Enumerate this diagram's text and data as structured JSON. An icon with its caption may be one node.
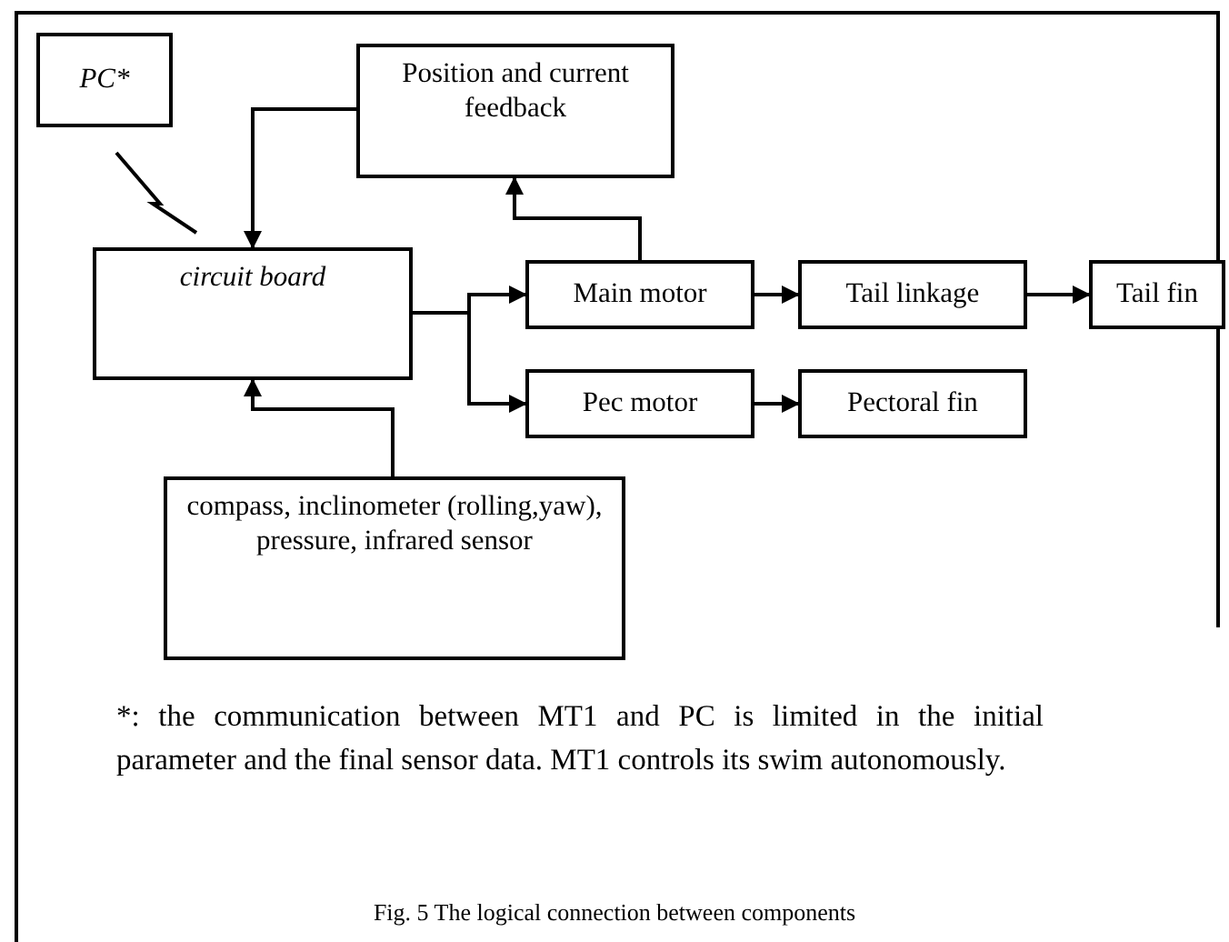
{
  "diagram": {
    "caption": "Fig. 5 The logical connection between components",
    "nodes": [
      {
        "text": [
          "PC*"
        ]
      },
      {
        "text": [
          "Position and current feedback"
        ]
      },
      {
        "text": [
          "circuit board"
        ]
      },
      {
        "text": [
          "Main motor"
        ]
      },
      {
        "text": [
          "Tail linkage"
        ]
      },
      {
        "text": [
          "Tail fin"
        ]
      },
      {
        "text": [
          "Pec motor"
        ]
      },
      {
        "text": [
          "Pectoral fin"
        ]
      },
      {
        "text": [
          "compass, inclinometer (rolling,yaw), pressure, infrared sensor"
        ]
      }
    ],
    "edges": [
      {
        "from": 0,
        "to": 2,
        "arrow": "none"
      },
      {
        "from": 1,
        "to": 2,
        "arrow": "to"
      },
      {
        "from": 2,
        "to": 3,
        "arrow": "to"
      },
      {
        "from": 2,
        "to": 6,
        "arrow": "to"
      },
      {
        "from": 3,
        "to": 1,
        "arrow": "to"
      },
      {
        "from": 3,
        "to": 4,
        "arrow": "to"
      },
      {
        "from": 4,
        "to": 5,
        "arrow": "to"
      },
      {
        "from": 6,
        "to": 7,
        "arrow": "to"
      },
      {
        "from": 8,
        "to": 2,
        "arrow": "to"
      }
    ],
    "labels": [
      "*: the communication between MT1 and PC is limited in the initial parameter and the final sensor data. MT1 controls its swim autonomously."
    ]
  }
}
